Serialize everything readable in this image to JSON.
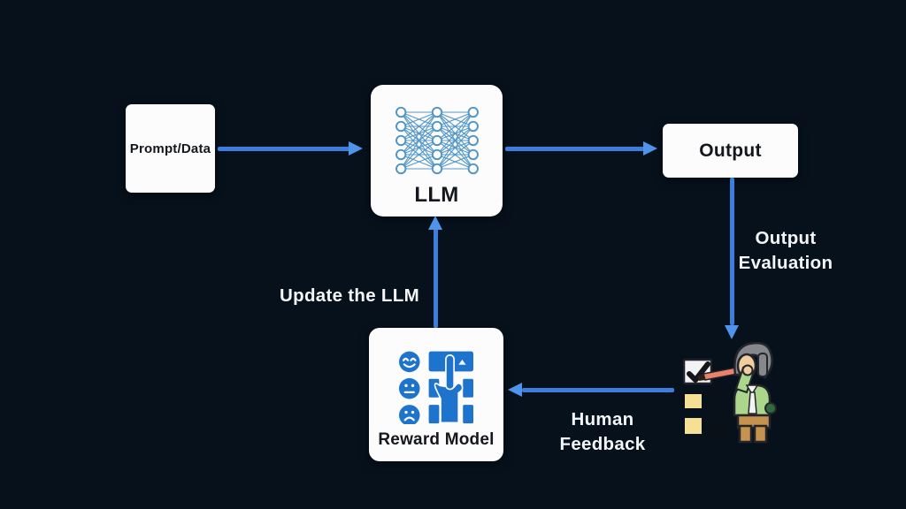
{
  "colors": {
    "background": "#06111c",
    "arrow": "#3c7ede",
    "arrow_head": "#4f93ea",
    "box_bg": "#fcfcfd",
    "box_text": "#14171c",
    "label_text": "#f3f5f7",
    "nn_blue": "#4e94c6",
    "reward_blue": "#1e73cc"
  },
  "nodes": {
    "prompt_data": {
      "label": "Prompt/Data"
    },
    "llm": {
      "label": "LLM",
      "icon": "neural-network-icon"
    },
    "output": {
      "label": "Output"
    },
    "reward_model": {
      "label": "Reward Model",
      "icon": "rating-faces-hand-icon"
    }
  },
  "edge_labels": {
    "output_evaluation": "Output Evaluation",
    "update_llm": "Update the LLM",
    "human_feedback": "Human Feedback"
  },
  "icons": {
    "human_evaluator": "human-evaluator-checklist-icon"
  }
}
